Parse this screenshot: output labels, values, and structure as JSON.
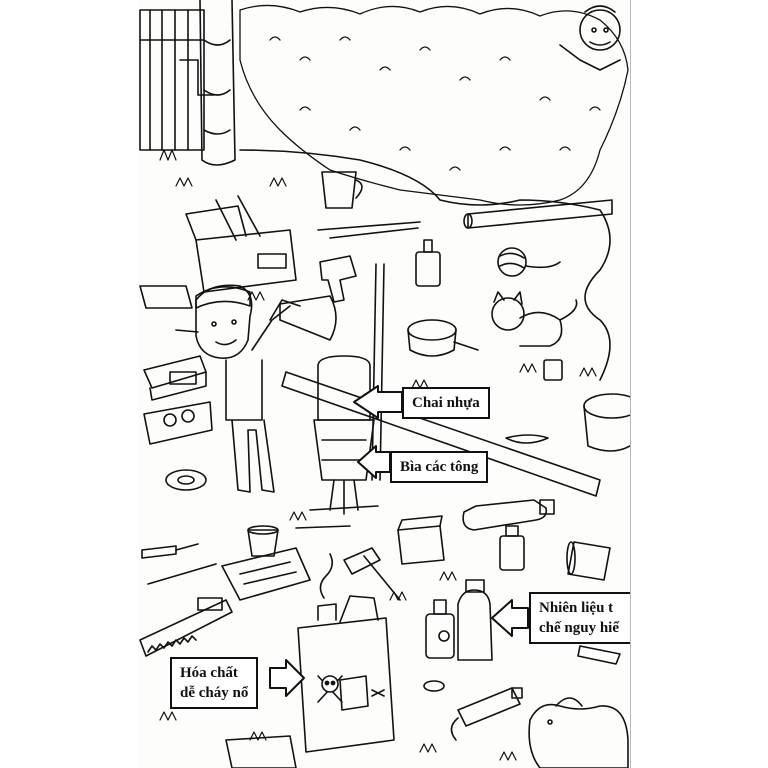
{
  "labels": {
    "plastic_bottle": "Chai nhựa",
    "cardboard": "Bìa các tông",
    "fuel_line1": "Nhiên liệu t",
    "fuel_line2": "chế nguy hiể",
    "chemical_line1": "Hóa chất",
    "chemical_line2": "dễ cháy nổ"
  },
  "icons": [
    "skull-crossbones-icon",
    "hazard-x-icon"
  ],
  "colors": {
    "ink": "#111111",
    "paper": "#fdfdfb"
  }
}
